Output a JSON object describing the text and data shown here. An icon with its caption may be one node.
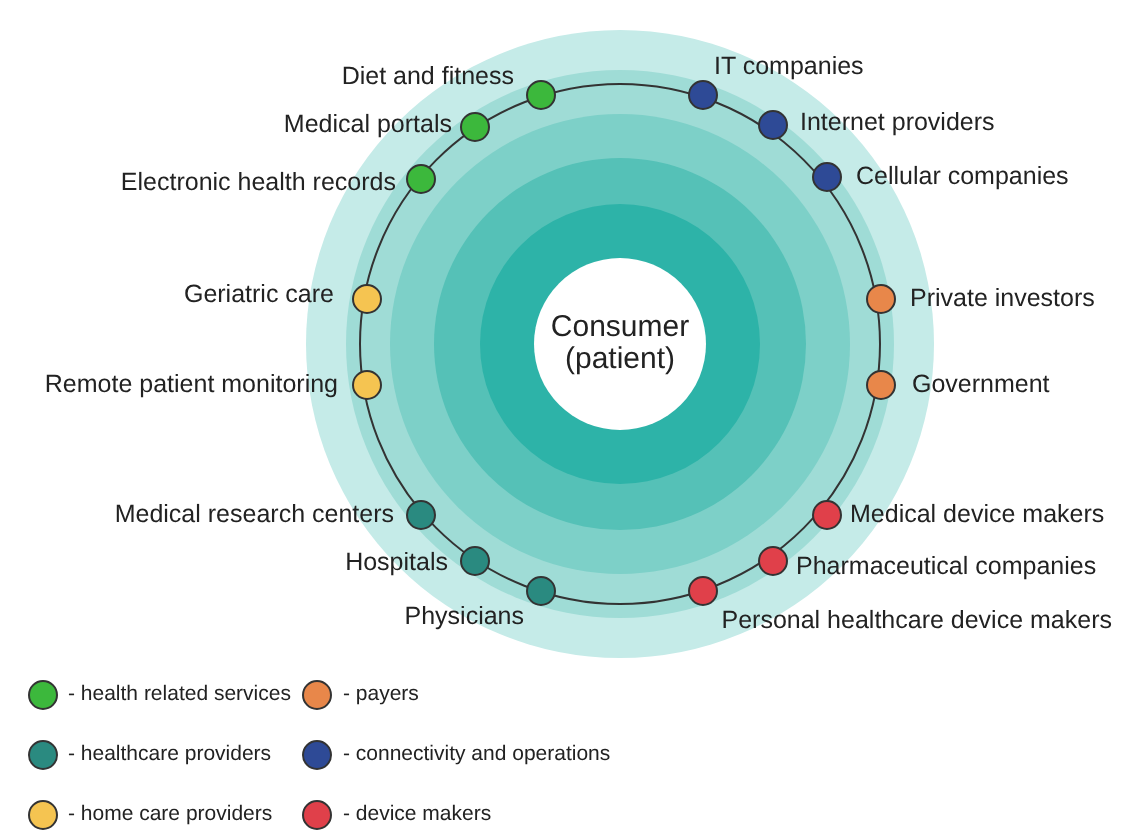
{
  "diagram": {
    "nodes": [
      {
        "text": [
          "Consumer (patient)"
        ]
      },
      {
        "text": [
          "Diet and fitness"
        ]
      },
      {
        "text": [
          "Medical portals"
        ]
      },
      {
        "text": [
          "Electronic health records"
        ]
      },
      {
        "text": [
          "IT companies"
        ]
      },
      {
        "text": [
          "Internet providers"
        ]
      },
      {
        "text": [
          "Cellular companies"
        ]
      },
      {
        "text": [
          "Geriatric care"
        ]
      },
      {
        "text": [
          "Private investors"
        ]
      },
      {
        "text": [
          "Remote patient monitoring"
        ]
      },
      {
        "text": [
          "Government"
        ]
      },
      {
        "text": [
          "Medical research centers"
        ]
      },
      {
        "text": [
          "Medical device makers"
        ]
      },
      {
        "text": [
          "Hospitals"
        ]
      },
      {
        "text": [
          "Pharmaceutical companies"
        ]
      },
      {
        "text": [
          "Physicians"
        ]
      },
      {
        "text": [
          "Personal healthcare device makers"
        ]
      }
    ],
    "legend": [
      {
        "text": "- health related services",
        "color": "#3cb83c"
      },
      {
        "text": "- payers",
        "color": "#e8874a"
      },
      {
        "text": "- healthcare providers",
        "color": "#2a8a80"
      },
      {
        "text": "- connectivity and operations",
        "color": "#2e4a96"
      },
      {
        "text": "- home care providers",
        "color": "#f5c451"
      },
      {
        "text": "- device makers",
        "color": "#e0404a"
      }
    ]
  }
}
